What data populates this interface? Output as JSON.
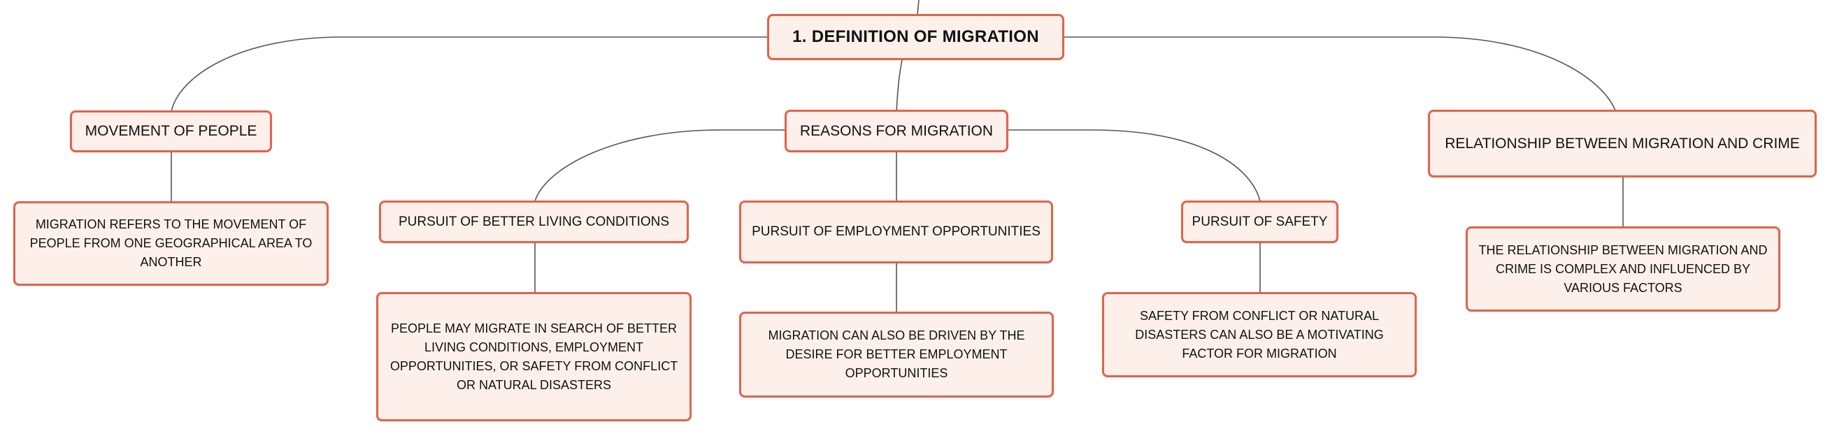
{
  "colors": {
    "node_fill": "#fdf0eb",
    "node_border": "#e2634b",
    "link": "#555555",
    "text": "#111111"
  },
  "root": {
    "title": "1. DEFINITION OF MIGRATION"
  },
  "branches": {
    "movement": {
      "title": "MOVEMENT OF PEOPLE",
      "desc": "MIGRATION REFERS TO THE MOVEMENT OF PEOPLE FROM ONE GEOGRAPHICAL AREA TO ANOTHER"
    },
    "reasons": {
      "title": "REASONS FOR MIGRATION",
      "children": {
        "living": {
          "title": "PURSUIT OF BETTER LIVING CONDITIONS",
          "desc": "PEOPLE MAY MIGRATE IN SEARCH OF BETTER LIVING CONDITIONS, EMPLOYMENT OPPORTUNITIES, OR SAFETY FROM CONFLICT OR NATURAL DISASTERS"
        },
        "employment": {
          "title": "PURSUIT OF EMPLOYMENT OPPORTUNITIES",
          "desc": "MIGRATION CAN ALSO BE DRIVEN BY THE DESIRE FOR BETTER EMPLOYMENT OPPORTUNITIES"
        },
        "safety": {
          "title": "PURSUIT OF SAFETY",
          "desc": "SAFETY FROM CONFLICT OR NATURAL DISASTERS CAN ALSO BE A MOTIVATING FACTOR FOR MIGRATION"
        }
      }
    },
    "crime": {
      "title": "RELATIONSHIP BETWEEN MIGRATION AND CRIME",
      "desc": "THE RELATIONSHIP BETWEEN MIGRATION AND CRIME IS COMPLEX AND INFLUENCED BY VARIOUS FACTORS"
    }
  }
}
